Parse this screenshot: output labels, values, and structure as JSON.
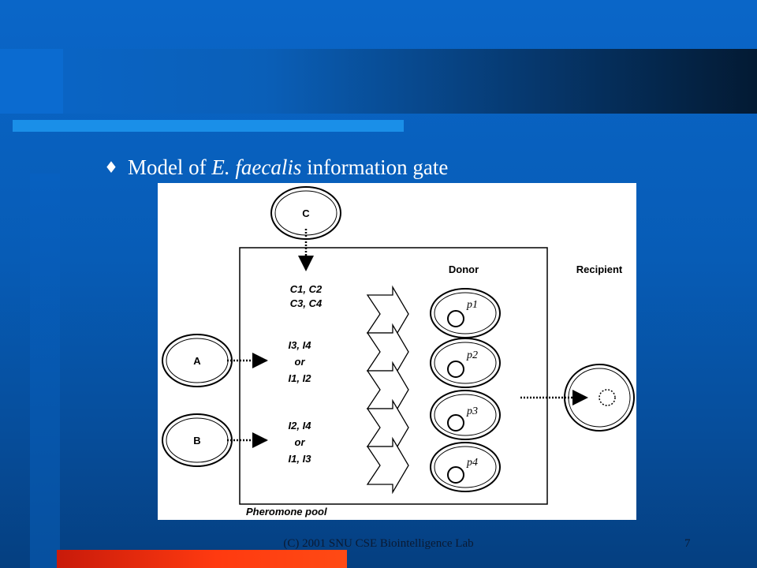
{
  "slide": {
    "bullet_prefix": "Model of ",
    "bullet_italic": "E. faecalis",
    "bullet_suffix": " information gate",
    "footer": "(C) 2001 SNU CSE Biointelligence Lab",
    "page_number": "7"
  },
  "diagram": {
    "input_c": "C",
    "input_a": "A",
    "input_b": "B",
    "c_products": [
      "C1, C2",
      "C3, C4"
    ],
    "a_products": [
      "I3, I4",
      "or",
      "I1, I2"
    ],
    "b_products": [
      "I2, I4",
      "or",
      "I1, I3"
    ],
    "donor_label": "Donor",
    "recipient_label": "Recipient",
    "plasmids": [
      "p1",
      "p2",
      "p3",
      "p4"
    ],
    "pool_label": "Pheromone pool"
  }
}
